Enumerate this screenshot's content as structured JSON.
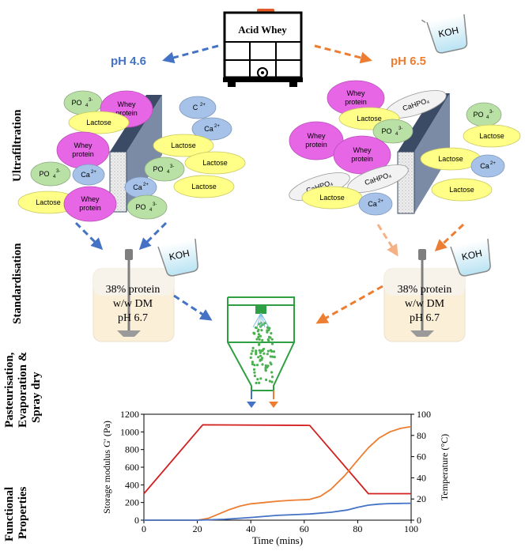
{
  "top": {
    "acid_whey": "Acid Whey",
    "ph_left": "pH 4.6",
    "ph_right": "pH 6.5",
    "koh": "KOH"
  },
  "side_labels": {
    "ultrafiltration": "Ultrafiltration",
    "standardisation": "Standardisation",
    "pasteurisation_lines": [
      "Pasteurisation,",
      "Evaporation &",
      "Spray dry"
    ],
    "functional_lines": [
      "Functional",
      "Properties"
    ]
  },
  "molecules": {
    "whey_protein_lines": [
      "Whey",
      "protein"
    ],
    "lactose": "Lactose",
    "po4": "PO",
    "po4_sub": "4",
    "po4_sup": "3-",
    "ca": "Ca",
    "ca_sup": "2+",
    "c_left": "C",
    "c_sup": "2+",
    "cahpo4": "CaHPO₄"
  },
  "tank": {
    "lines": [
      "38% protein",
      "w/w DM",
      "pH 6.7"
    ]
  },
  "colors": {
    "blue_arrow": "#4472C4",
    "orange_arrow": "#ED7D31",
    "whey_protein": "#E766E6",
    "lactose": "#FFFF88",
    "phosphate": "#B9E0A5",
    "calcium": "#A6C2E8",
    "cahpo4": "#F2F2F2",
    "spray_dryer": "#2EA043",
    "line_red": "#D42020",
    "line_orange": "#ED7D31",
    "line_blue": "#4472C4"
  },
  "chart_data": {
    "type": "line",
    "xlabel": "Time (mins)",
    "ylabel_left": "Storage modulus G' (Pa)",
    "ylabel_right": "Temperature (°C)",
    "xlim": [
      0,
      100
    ],
    "ylim_left": [
      0,
      1200
    ],
    "ylim_right": [
      0,
      100
    ],
    "x_ticks": [
      0,
      20,
      40,
      60,
      80,
      100
    ],
    "y_ticks_left": [
      0,
      200,
      400,
      600,
      800,
      1000,
      1200
    ],
    "y_ticks_right": [
      0,
      20,
      40,
      60,
      80,
      100
    ],
    "series": [
      {
        "axis": "right",
        "color": "#D42020",
        "x": [
          0,
          22,
          62,
          84,
          100
        ],
        "y": [
          25,
          90,
          89.5,
          25,
          25
        ]
      },
      {
        "axis": "left",
        "color": "#ED7D31",
        "x": [
          0,
          20,
          24,
          28,
          32,
          36,
          40,
          45,
          50,
          55,
          62,
          66,
          70,
          75,
          80,
          84,
          88,
          92,
          96,
          100
        ],
        "y": [
          0,
          0,
          20,
          70,
          120,
          160,
          185,
          200,
          215,
          225,
          235,
          270,
          350,
          500,
          680,
          820,
          930,
          1000,
          1040,
          1060
        ]
      },
      {
        "axis": "left",
        "color": "#4472C4",
        "x": [
          0,
          20,
          30,
          40,
          50,
          62,
          70,
          76,
          80,
          84,
          88,
          92,
          96,
          100
        ],
        "y": [
          0,
          0,
          10,
          30,
          55,
          70,
          90,
          115,
          145,
          170,
          182,
          188,
          190,
          192
        ]
      }
    ]
  }
}
